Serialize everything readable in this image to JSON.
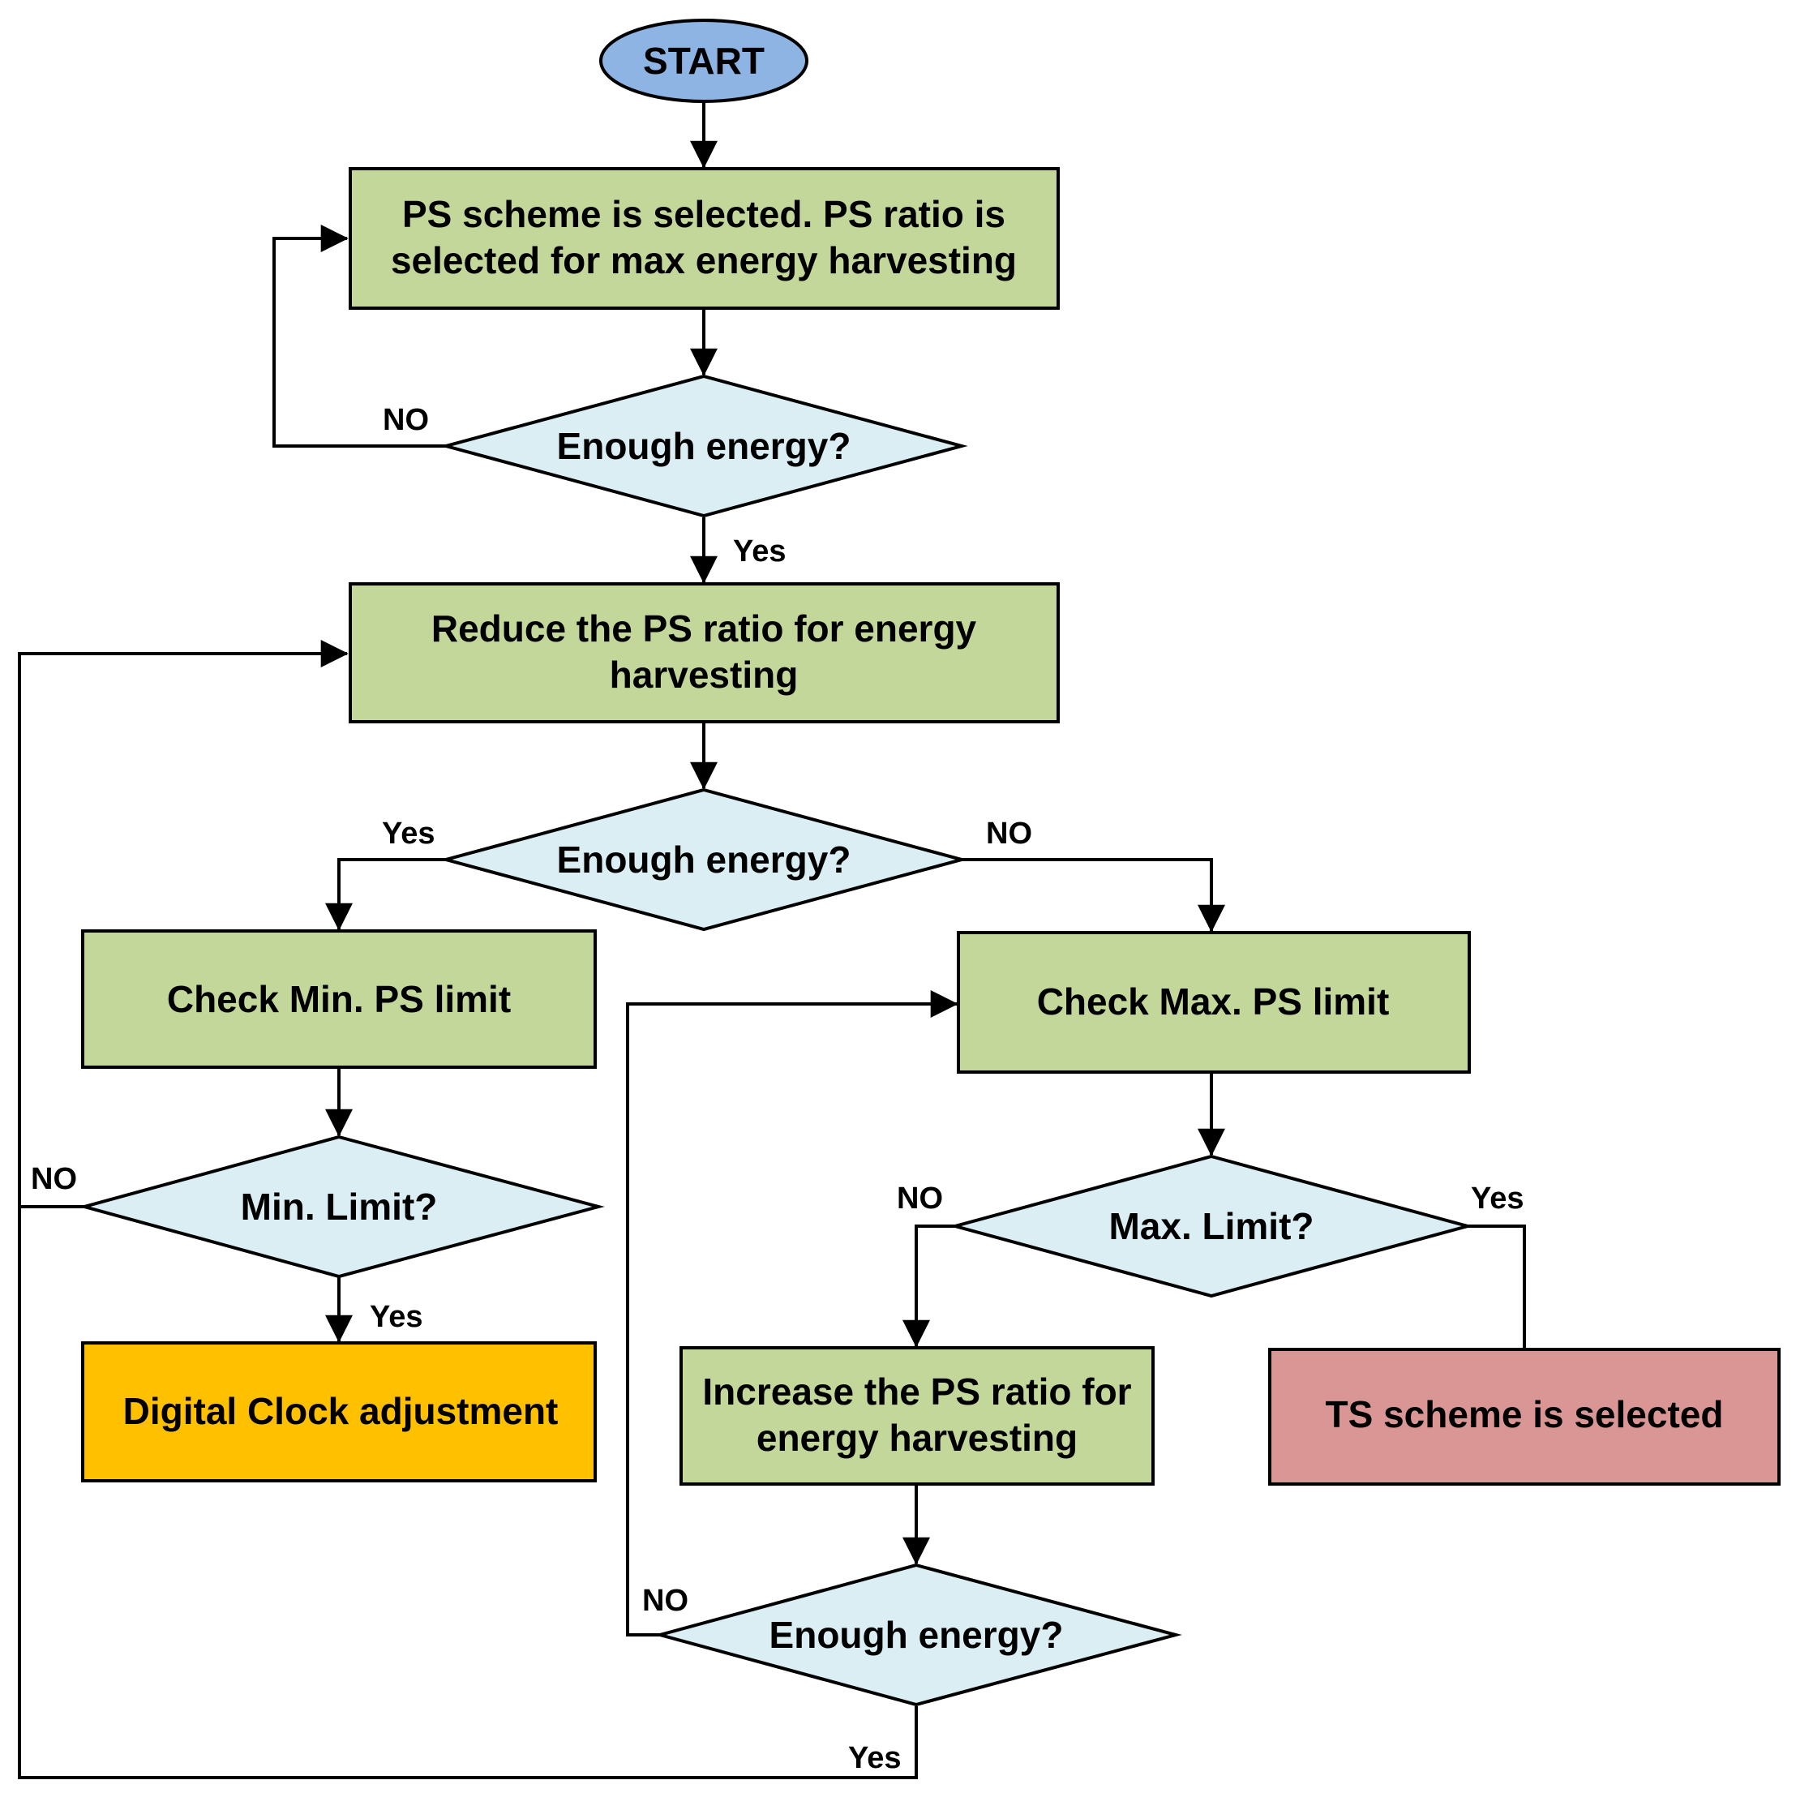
{
  "colors": {
    "start": "#8EB4E3",
    "process": "#C4D79B",
    "decision": "#DAEEF3",
    "clock": "#FFC000",
    "ts": "#D99694",
    "stroke": "#000000"
  },
  "nodes": {
    "start": "START",
    "ps_selected": [
      "PS scheme is selected. PS ratio is",
      "selected for max energy harvesting"
    ],
    "decision_1": "Enough energy?",
    "reduce_ps": [
      "Reduce the PS ratio for energy",
      "harvesting"
    ],
    "decision_2": "Enough energy?",
    "check_min": "Check Min. PS limit",
    "check_max": "Check Max. PS limit",
    "min_limit": "Min. Limit?",
    "max_limit": "Max. Limit?",
    "digital_clock": "Digital Clock adjustment",
    "increase_ps": [
      "Increase the PS ratio for",
      "energy harvesting"
    ],
    "ts_selected": "TS scheme is selected",
    "decision_3": "Enough energy?"
  },
  "edge_labels": {
    "d1_no": "NO",
    "d1_yes": "Yes",
    "d2_yes": "Yes",
    "d2_no": "NO",
    "min_no": "NO",
    "min_yes": "Yes",
    "max_no": "NO",
    "max_yes": "Yes",
    "d3_no": "NO",
    "d3_yes": "Yes"
  }
}
